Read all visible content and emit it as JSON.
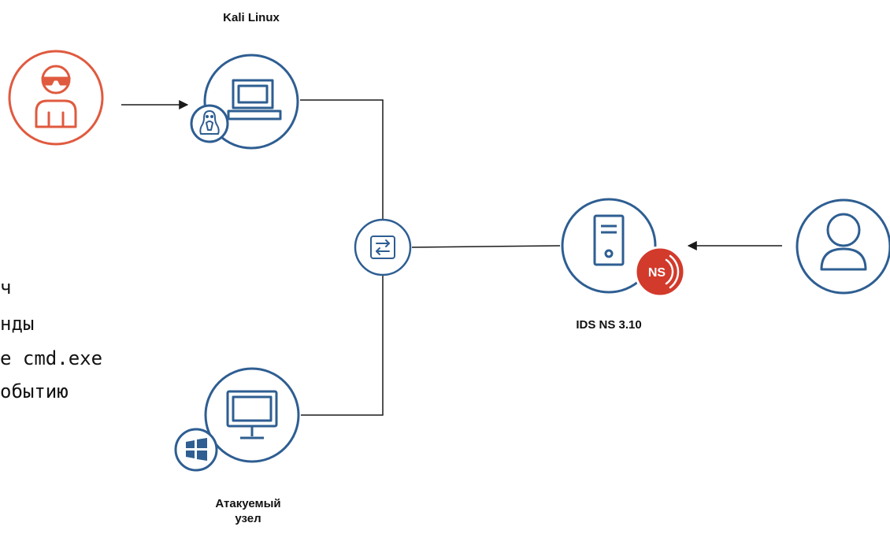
{
  "nodes": {
    "attacker": {
      "icon": "hacker-icon",
      "color": "#e05a3f"
    },
    "kali": {
      "label": "Kali Linux",
      "icon": "laptop-icon",
      "badge": "linux-penguin-icon",
      "color": "#2e5e92"
    },
    "switch": {
      "icon": "switch-arrows-icon",
      "color": "#2e5e92"
    },
    "ids": {
      "label": "IDS NS 3.10",
      "icon": "server-icon",
      "badge": "ns-logo-icon",
      "badge_text": "NS",
      "color": "#2e5e92",
      "badge_color": "#d23a2b"
    },
    "target": {
      "label_line1": "Атакуемый",
      "label_line2": "узел",
      "icon": "monitor-icon",
      "badge": "windows-icon",
      "color": "#2e5e92"
    },
    "admin": {
      "icon": "user-icon",
      "color": "#2e5e92"
    }
  },
  "overlay_text": {
    "line1": "ч",
    "line2": "нды",
    "line3": "e cmd.exe",
    "line4": "обытию"
  },
  "colors": {
    "edge": "#1a1a1a",
    "attacker_red": "#e05a3f",
    "node_blue": "#2e5e92",
    "ns_red": "#d23a2b"
  }
}
